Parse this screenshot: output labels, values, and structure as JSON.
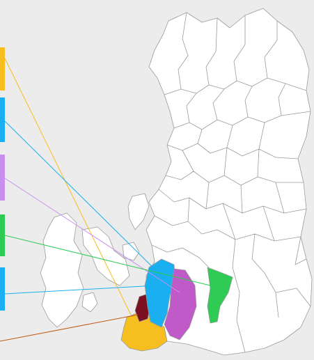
{
  "map": {
    "colors": {
      "background": "#ececec",
      "land": "#ffffff",
      "border": "#9a9a9a",
      "yellow": "#f6be1e",
      "cyan": "#19aff0",
      "violet": "#c98ff0",
      "purple": "#c05ac8",
      "green": "#2ecc55",
      "darkred": "#7a1020",
      "brown": "#c05a10"
    },
    "legend_tabs": [
      {
        "name": "yellow-tab",
        "color": "#f6be1e"
      },
      {
        "name": "cyan-tab",
        "color": "#19aff0"
      },
      {
        "name": "violet-tab",
        "color": "#c98ff0"
      },
      {
        "name": "green-tab",
        "color": "#2ecc55"
      },
      {
        "name": "cyan-tab-2",
        "color": "#19aff0"
      }
    ]
  }
}
